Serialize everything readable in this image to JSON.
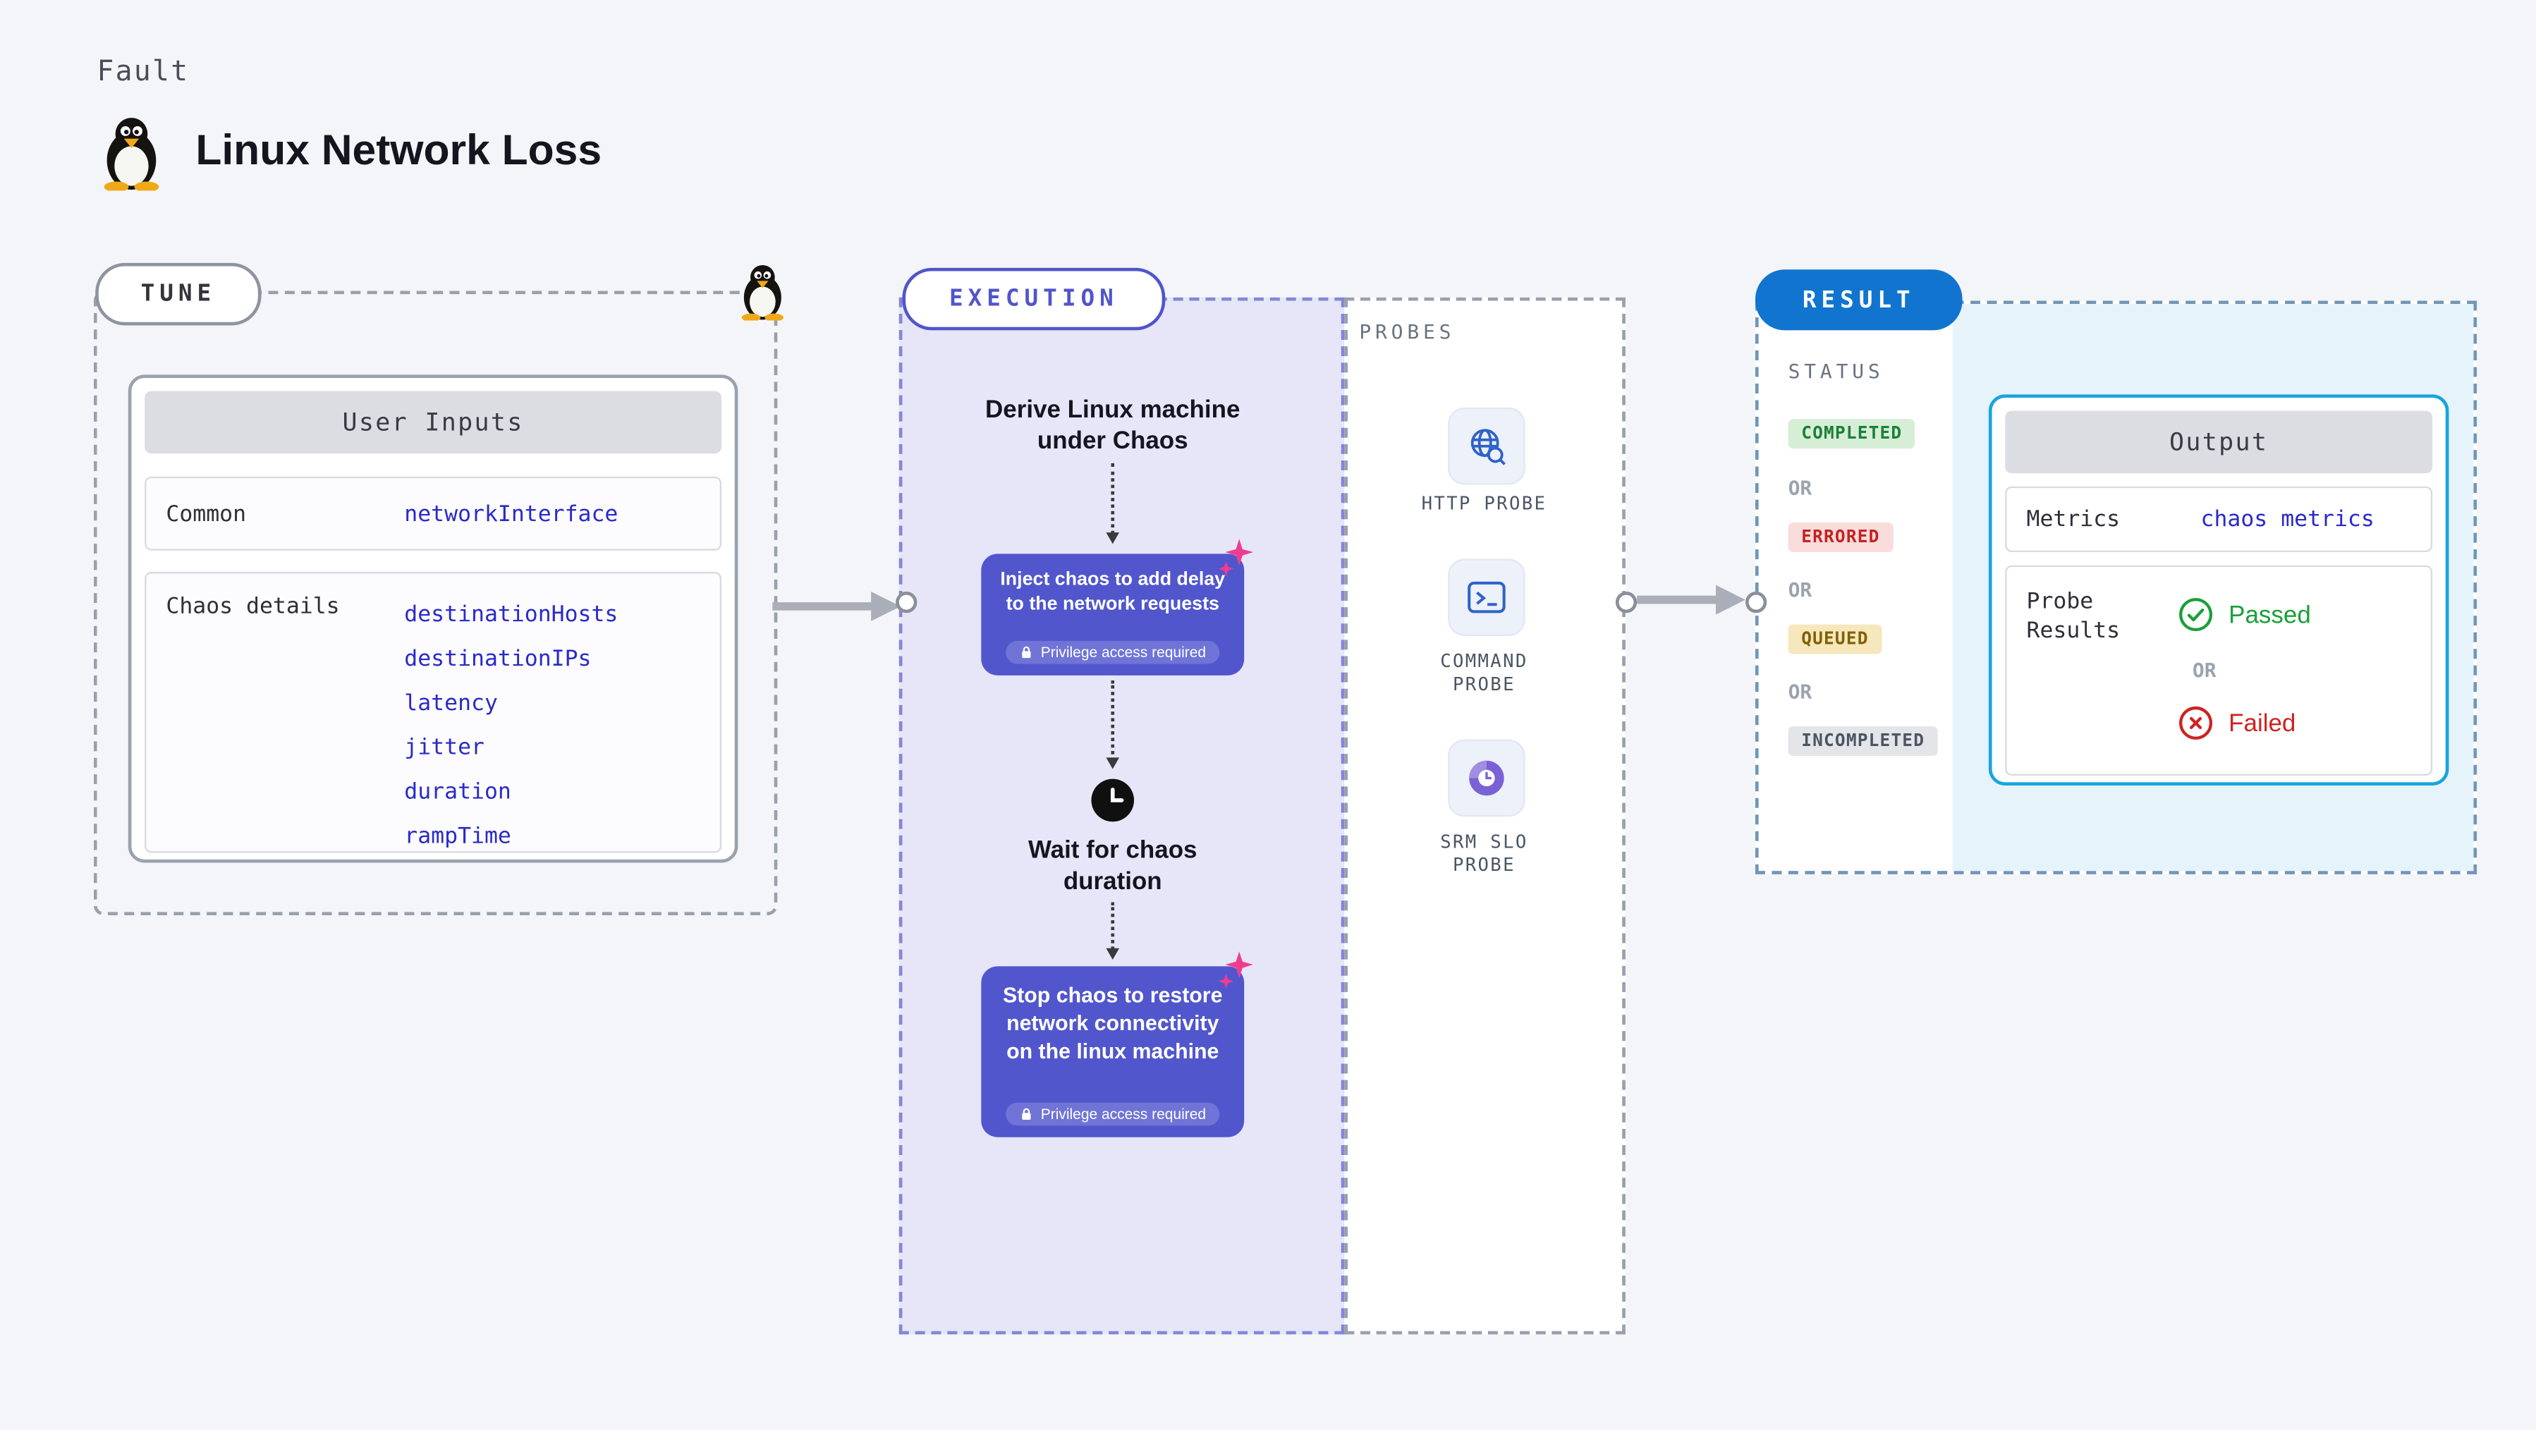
{
  "header": {
    "kicker": "Fault",
    "title": "Linux Network Loss"
  },
  "tune": {
    "label": "TUNE",
    "card_title": "User Inputs",
    "rows": [
      {
        "label": "Common",
        "values": [
          "networkInterface"
        ]
      },
      {
        "label": "Chaos details",
        "values": [
          "destinationHosts",
          "destinationIPs",
          "latency",
          "jitter",
          "duration",
          "rampTime"
        ]
      }
    ]
  },
  "execution": {
    "label": "EXECUTION",
    "step1": "Derive Linux machine under Chaos",
    "node1": {
      "text": "Inject chaos to add delay to the network requests",
      "badge": "Privilege access required"
    },
    "wait": "Wait for chaos duration",
    "node2": {
      "text": "Stop chaos to restore network connectivity on the linux machine",
      "badge": "Privilege access required"
    }
  },
  "probes": {
    "label": "PROBES",
    "items": [
      {
        "name": "HTTP PROBE",
        "icon": "globe-search-icon"
      },
      {
        "name": "COMMAND PROBE",
        "icon": "terminal-icon"
      },
      {
        "name": "SRM SLO PROBE",
        "icon": "slo-gauge-icon"
      }
    ]
  },
  "result": {
    "label": "RESULT",
    "status_label": "STATUS",
    "or": "OR",
    "statuses": [
      "COMPLETED",
      "ERRORED",
      "QUEUED",
      "INCOMPLETED"
    ],
    "output": {
      "title": "Output",
      "metrics_label": "Metrics",
      "metrics_value": "chaos metrics",
      "probe_results_label": "Probe Results",
      "passed": "Passed",
      "failed": "Failed"
    }
  },
  "colors": {
    "background": "#f4f5f8",
    "accent_purple": "#5055cb",
    "node_purple": "#5156cd",
    "exec_bg": "#e6e6f8",
    "result_blue": "#1175cf",
    "output_border": "#18a5dd",
    "output_bg": "#e7f3fb",
    "code_blue": "#2a2ac8",
    "passed_green": "#18a03a",
    "failed_red": "#cf2222",
    "sparkle_pink": "#ee3d8f",
    "completed_bg": "#d6eed6",
    "completed_text": "#1b7f37",
    "errored_bg": "#f9dcdc",
    "errored_text": "#c52222",
    "queued_bg": "#f6e7bd",
    "queued_text": "#806000",
    "incompleted_bg": "#e3e5e9",
    "incompleted_text": "#4b5563"
  }
}
